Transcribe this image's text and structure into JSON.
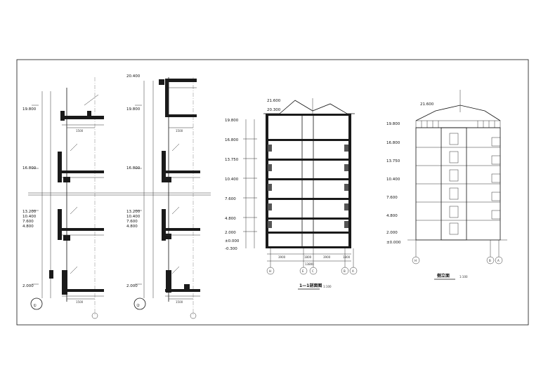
{
  "drawing": {
    "wall_sections": [
      {
        "id": "1",
        "marker_label": "①",
        "elevations": [
          "19.800",
          "16.800",
          "13.200",
          "10.400",
          "7.600",
          "4.800",
          "2.000"
        ],
        "dimension": "1500"
      },
      {
        "id": "2",
        "marker_label": "②",
        "elevations": [
          "20.400",
          "19.800",
          "16.800",
          "13.200",
          "10.400",
          "7.600",
          "4.800",
          "2.000"
        ],
        "dimension": "1500"
      }
    ],
    "section": {
      "title": "1—1剖面图",
      "scale": "1:100",
      "elevations": [
        "21.600",
        "20.300",
        "19.800",
        "16.800",
        "13.750",
        "10.400",
        "7.600",
        "4.800",
        "2.000",
        "±0.000",
        "-0.300"
      ],
      "axis_labels": [
        "H",
        "E",
        "C",
        "B",
        "A"
      ],
      "dimensions": [
        "3900",
        "1800",
        "3900",
        "1800"
      ],
      "total_dimension": "13800"
    },
    "elevation": {
      "title": "侧立面",
      "scale": "1:100",
      "elevations": [
        "21.600",
        "19.800",
        "16.800",
        "13.750",
        "10.400",
        "7.600",
        "4.800",
        "2.000",
        "±0.000"
      ],
      "axis_labels": [
        "H",
        "B",
        "A"
      ]
    }
  }
}
